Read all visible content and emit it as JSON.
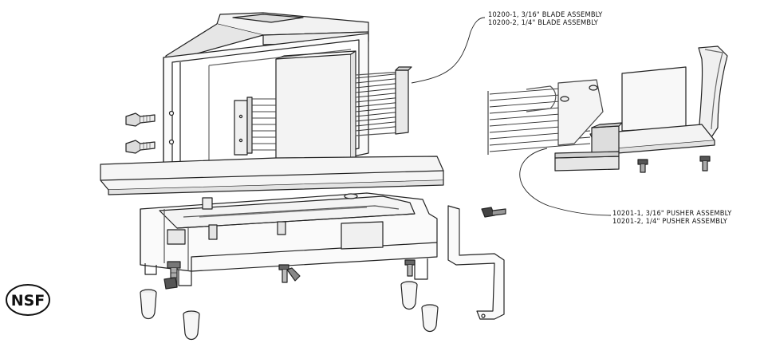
{
  "callouts": {
    "blade": {
      "line1": "10200-1, 3/16\" BLADE ASSEMBLY",
      "line2": "10200-2, 1/4\" BLADE ASSEMBLY"
    },
    "pusher": {
      "line1": "10201-1, 3/16\" PUSHER ASSEMBLY",
      "line2": "10201-2, 1/4\" PUSHER ASSEMBLY"
    }
  },
  "logo": {
    "text": "NSF"
  },
  "colors": {
    "line": "#222222",
    "shade": "#d9d9d9",
    "dark": "#9a9a9a"
  }
}
